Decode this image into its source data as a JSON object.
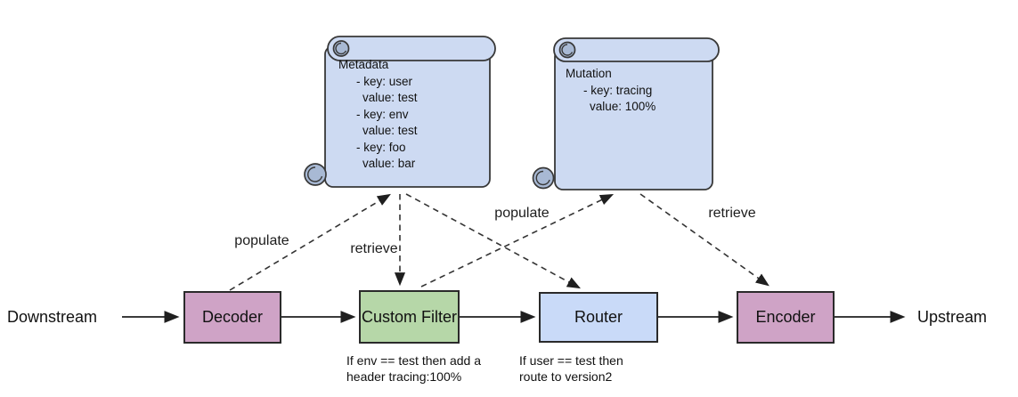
{
  "diagram": {
    "endpoints": {
      "left_label": "Downstream",
      "right_label": "Upstream"
    },
    "nodes": [
      {
        "id": "decoder",
        "label": "Decoder",
        "fill": "#cfa3c6"
      },
      {
        "id": "custom-filter",
        "label": "Custom Filter",
        "fill": "#b6d7a8",
        "note": "If env == test then add a\nheader tracing:100%"
      },
      {
        "id": "router",
        "label": "Router",
        "fill": "#c9daf8",
        "note": "If user == test then\nroute to version2"
      },
      {
        "id": "encoder",
        "label": "Encoder",
        "fill": "#cfa3c6"
      }
    ],
    "scrolls": [
      {
        "id": "metadata",
        "title": "Metadata",
        "lines": [
          "- key: user",
          "value: test",
          "- key: env",
          "value: test",
          "- key: foo",
          "value: bar"
        ]
      },
      {
        "id": "mutation",
        "title": "Mutation",
        "lines": [
          "- key: tracing",
          "value: 100%"
        ]
      }
    ],
    "dashed_edges": [
      {
        "from": "Decoder",
        "to": "Metadata",
        "label": "populate"
      },
      {
        "from": "Metadata",
        "to": "Custom Filter",
        "label": "retrieve"
      },
      {
        "from": "Metadata",
        "to": "Router",
        "label": ""
      },
      {
        "from": "Custom Filter",
        "to": "Mutation",
        "label": "populate"
      },
      {
        "from": "Mutation",
        "to": "Encoder",
        "label": "retrieve"
      }
    ],
    "colors": {
      "node_border": "#2a2a2a",
      "decoder_encoder_fill": "#cfa3c6",
      "custom_filter_fill": "#b6d7a8",
      "router_fill": "#c9daf8",
      "scroll_fill": "#cddaf2",
      "scroll_curl_fill": "#a8b9d4",
      "arrow": "#1f1f1f"
    }
  }
}
